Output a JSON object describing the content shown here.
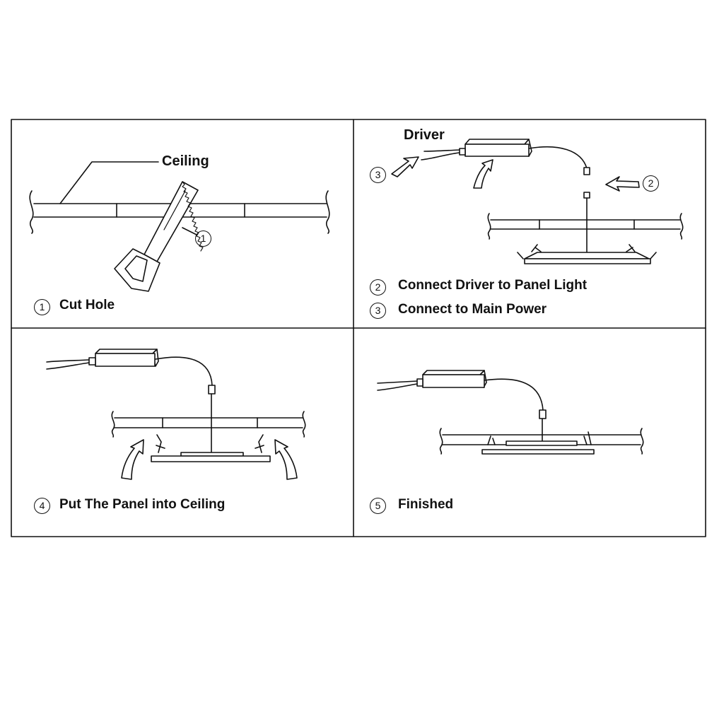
{
  "panels": [
    {
      "step": "1",
      "caption": "Cut Hole",
      "tags": [
        "Ceiling"
      ],
      "callouts": [
        "1"
      ]
    },
    {
      "step": "2",
      "caption": "Connect Driver to Panel Light",
      "tags": [
        "Driver"
      ],
      "callouts": [
        "3",
        "2"
      ]
    },
    {
      "step": "3",
      "caption": "Connect to Main Power"
    },
    {
      "step": "4",
      "caption": "Put The Panel into Ceiling"
    },
    {
      "step": "5",
      "caption": "Finished"
    }
  ]
}
